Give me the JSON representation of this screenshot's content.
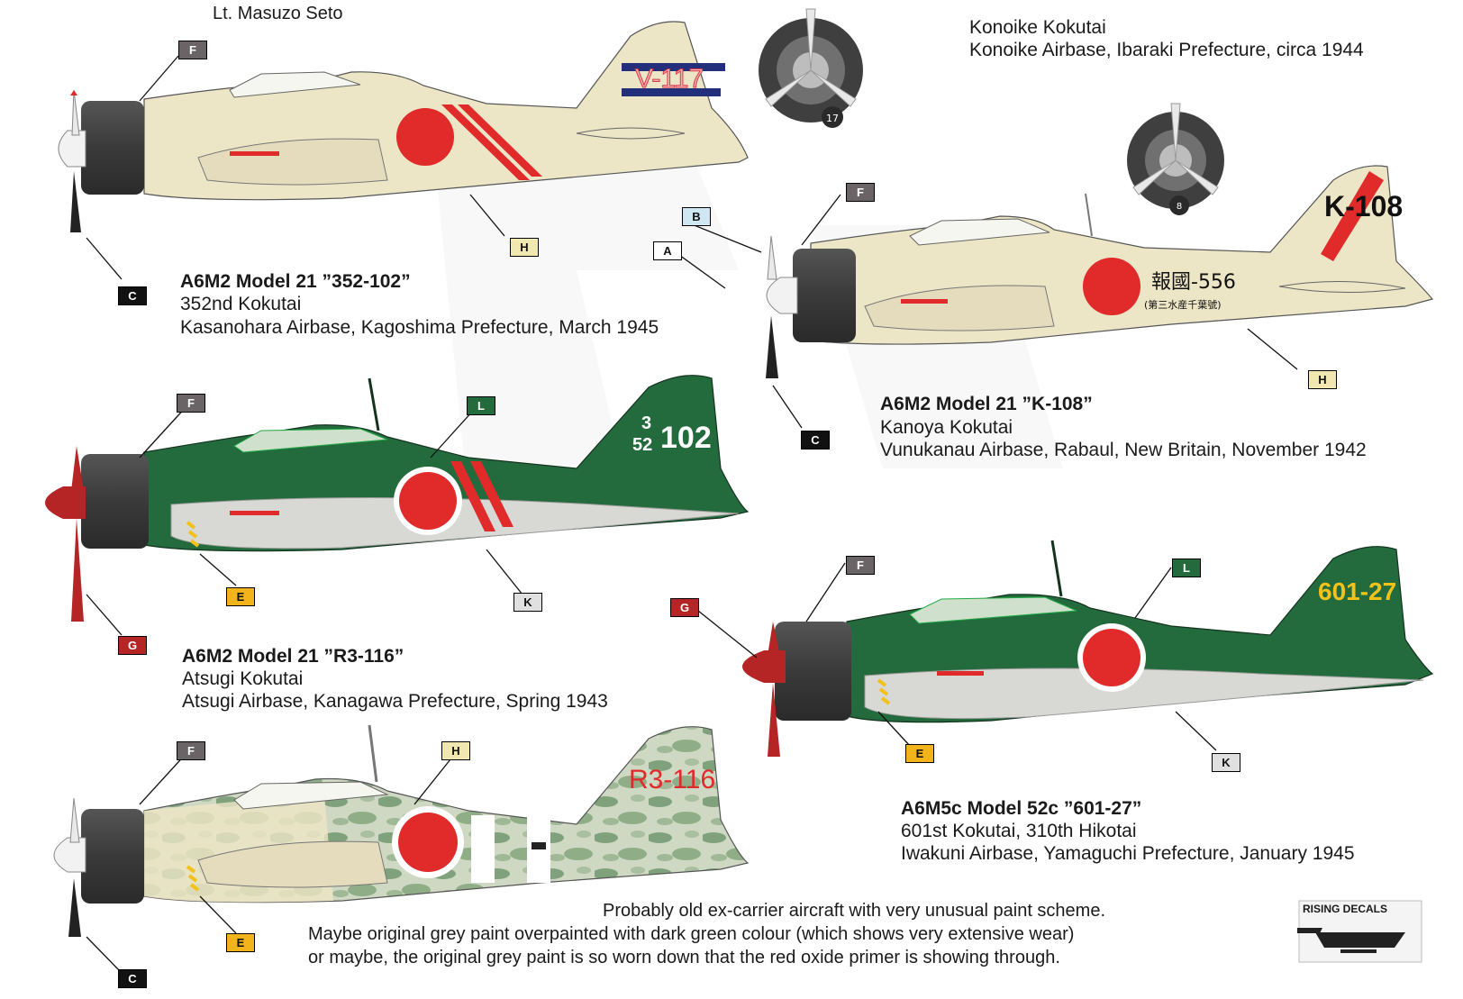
{
  "colors": {
    "cream": "#ede6c6",
    "green": "#236b3c",
    "red": "#e12a2a",
    "prop_red": "#b52525",
    "cowl": "#3e3e3e",
    "underside": "#d8d8d4",
    "navy": "#232f7a",
    "yellow": "#f2c21b"
  },
  "top_partial": {
    "pilot": "Lt. Masuzo Seto",
    "unit": "Konoike Kokutai",
    "location": "Konoike Airbase, Ibaraki Prefecture, circa 1944"
  },
  "captions": [
    {
      "title": "A6M2 Model 21 ”352-102”",
      "unit": "352nd Kokutai",
      "location": "Kasanohara Airbase, Kagoshima Prefecture, March 1945"
    },
    {
      "title": "A6M2 Model 21 ”K-108”",
      "unit": "Kanoya Kokutai",
      "location": "Vunukanau Airbase, Rabaul, New Britain, November 1942"
    },
    {
      "title": "A6M2 Model 21 ”R3-116”",
      "unit": "Atsugi Kokutai",
      "location": "Atsugi Airbase, Kanagawa Prefecture, Spring 1943"
    },
    {
      "title": "A6M5c Model 52c ”601-27”",
      "unit": "601st Kokutai, 310th Hikotai",
      "location": "Iwakuni Airbase, Yamaguchi Prefecture, January 1945"
    }
  ],
  "tail_codes": {
    "p1": "V-117",
    "p2": "K-108",
    "p3_top": "3",
    "p3_bottom": "52",
    "p3_num": "102",
    "p4": "601-27",
    "p5": "R3-116"
  },
  "fuselage_text": {
    "p2_hokoku": "報國-556",
    "p2_sub": "(第三水産千葉號)"
  },
  "cowl_numbers": {
    "top": "17",
    "second": "8"
  },
  "callout_tags": {
    "A": "A",
    "B": "B",
    "C": "C",
    "E": "E",
    "F": "F",
    "G": "G",
    "H": "H",
    "K": "K",
    "L": "L"
  },
  "notes": [
    "Probably old ex-carrier aircraft with very unusual paint scheme.",
    "Maybe original grey paint overpainted with dark green colour (which shows very extensive wear)",
    "or maybe, the original grey paint is so worn down that the red oxide primer is showing through."
  ],
  "logo": {
    "text": "RISING DECALS"
  }
}
